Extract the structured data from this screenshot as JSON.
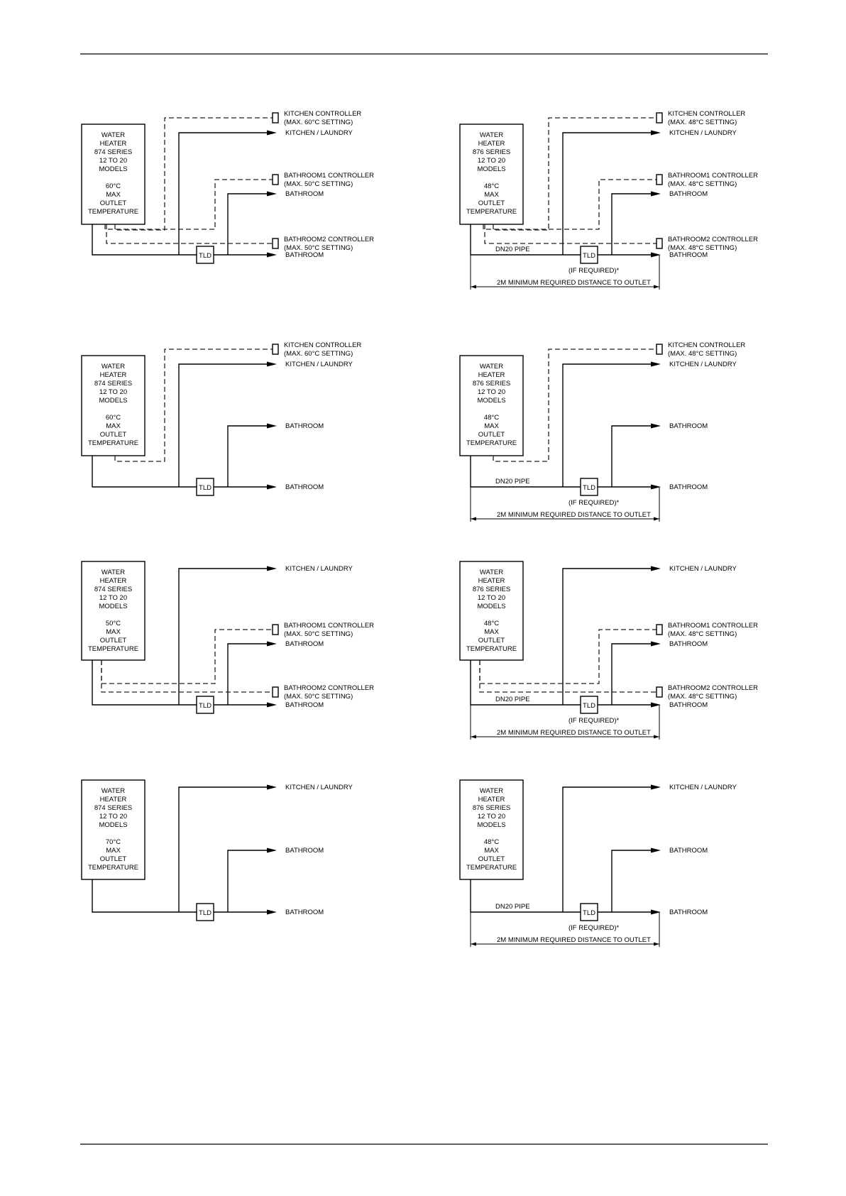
{
  "labels": {
    "kitchen_laundry": "KITCHEN / LAUNDRY",
    "bathroom": "BATHROOM",
    "tld": "TLD",
    "dn20_pipe": "DN20 PIPE",
    "if_required": "(IF REQUIRED)*",
    "min_distance": "2M MINIMUM REQUIRED DISTANCE TO OUTLET",
    "kitchen_controller": "KITCHEN CONTROLLER",
    "bathroom1_controller": "BATHROOM1 CONTROLLER",
    "bathroom2_controller": "BATHROOM2 CONTROLLER"
  },
  "diagrams": [
    {
      "id": "874-60-three-controllers",
      "heater": [
        "WATER",
        "HEATER",
        "874 SERIES",
        "12 TO 20",
        "MODELS",
        "",
        "60°C",
        "MAX",
        "OUTLET",
        "TEMPERATURE"
      ],
      "controllers": {
        "kitchen": "(MAX. 60°C SETTING)",
        "bathroom1": "(MAX. 50°C SETTING)",
        "bathroom2": "(MAX. 50°C SETTING)"
      }
    },
    {
      "id": "876-48-three-controllers",
      "heater": [
        "WATER",
        "HEATER",
        "876 SERIES",
        "12 TO 20",
        "MODELS",
        "",
        "48°C",
        "MAX",
        "OUTLET",
        "TEMPERATURE"
      ],
      "controllers": {
        "kitchen": "(MAX. 48°C SETTING)",
        "bathroom1": "(MAX. 48°C SETTING)",
        "bathroom2": "(MAX. 48°C SETTING)"
      }
    },
    {
      "id": "874-60-kitchen-controller",
      "heater": [
        "WATER",
        "HEATER",
        "874 SERIES",
        "12 TO 20",
        "MODELS",
        "",
        "60°C",
        "MAX",
        "OUTLET",
        "TEMPERATURE"
      ],
      "controllers": {
        "kitchen": "(MAX. 60°C SETTING)"
      }
    },
    {
      "id": "876-48-kitchen-controller",
      "heater": [
        "WATER",
        "HEATER",
        "876 SERIES",
        "12 TO 20",
        "MODELS",
        "",
        "48°C",
        "MAX",
        "OUTLET",
        "TEMPERATURE"
      ],
      "controllers": {
        "kitchen": "(MAX. 48°C SETTING)"
      }
    },
    {
      "id": "874-50-bathroom-controllers",
      "heater": [
        "WATER",
        "HEATER",
        "874 SERIES",
        "12 TO 20",
        "MODELS",
        "",
        "50°C",
        "MAX",
        "OUTLET",
        "TEMPERATURE"
      ],
      "controllers": {
        "bathroom1": "(MAX. 50°C SETTING)",
        "bathroom2": "(MAX. 50°C SETTING)"
      }
    },
    {
      "id": "876-48-bathroom-controllers",
      "heater": [
        "WATER",
        "HEATER",
        "876 SERIES",
        "12 TO 20",
        "MODELS",
        "",
        "48°C",
        "MAX",
        "OUTLET",
        "TEMPERATURE"
      ],
      "controllers": {
        "bathroom1": "(MAX. 48°C SETTING)",
        "bathroom2": "(MAX. 48°C SETTING)"
      }
    },
    {
      "id": "874-70-no-controllers",
      "heater": [
        "WATER",
        "HEATER",
        "874 SERIES",
        "12 TO 20",
        "MODELS",
        "",
        "70°C",
        "MAX",
        "OUTLET",
        "TEMPERATURE"
      ],
      "controllers": {}
    },
    {
      "id": "876-48-no-controllers",
      "heater": [
        "WATER",
        "HEATER",
        "876 SERIES",
        "12 TO 20",
        "MODELS",
        "",
        "48°C",
        "MAX",
        "OUTLET",
        "TEMPERATURE"
      ],
      "controllers": {}
    }
  ]
}
